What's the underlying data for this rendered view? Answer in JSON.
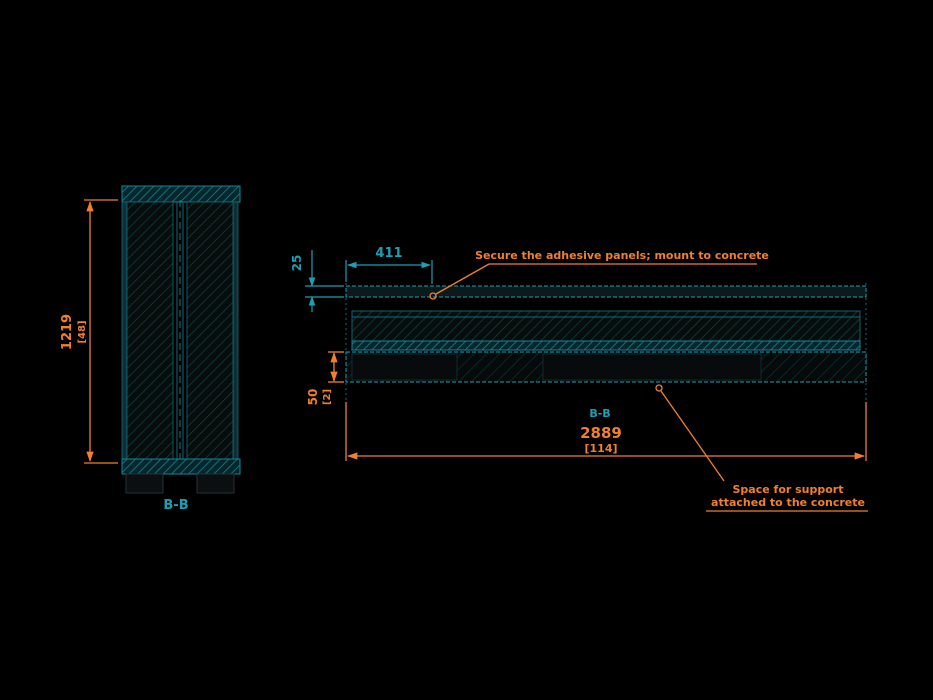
{
  "drawing": {
    "background": "#000000",
    "accent_teal": "#1a9fb5",
    "accent_orange": "#f0802e",
    "left_view": {
      "section_label": "B-B",
      "height_dim_mm": "1219",
      "height_dim_in": "[48]"
    },
    "right_view": {
      "section_label": "B-B",
      "top_width_dim": "411",
      "panel_thickness_dim": "25",
      "base_height_dim_mm": "50",
      "base_height_dim_in": "[2]",
      "overall_width_dim_mm": "2889",
      "overall_width_dim_in": "[114]",
      "note_top": "Secure the adhesive panels; mount to concrete",
      "note_bottom_line1": "Space for support",
      "note_bottom_line2": "attached to the concrete"
    }
  }
}
